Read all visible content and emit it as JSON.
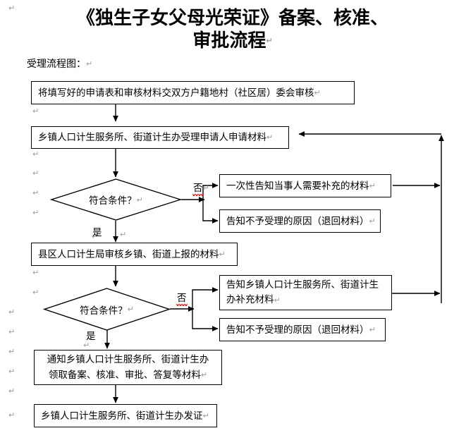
{
  "document": {
    "title_line1": "《独生子女父母光荣证》备案、核准、",
    "title_line2": "审批流程",
    "subtitle": "受理流程图："
  },
  "marks": {
    "pilcrow": "↵"
  },
  "flow": {
    "nodes": [
      {
        "id": "n1",
        "name": "village-review-box",
        "text": "将填写好的申请表和审核材料交双方户籍地村（社区居）委会审核"
      },
      {
        "id": "n2",
        "name": "township-accept-box",
        "text": "乡镇人口计生服务所、街道计生办受理申请人申请材料"
      },
      {
        "id": "d1",
        "name": "condition-decision-1",
        "text": "符合条件？"
      },
      {
        "id": "n3",
        "name": "one-time-notice-box",
        "text": "一次性告知当事人需要补充的材料"
      },
      {
        "id": "n4",
        "name": "reject-reason-box-1",
        "text": "告知不予受理的原因（退回材料）"
      },
      {
        "id": "n5",
        "name": "county-review-box",
        "text": "县区人口计生局审核乡镇、街道上报的材料"
      },
      {
        "id": "d2",
        "name": "condition-decision-2",
        "text": "符合条件？"
      },
      {
        "id": "n6a",
        "name": "notify-township-supplement-box",
        "text_line1": "告知乡镇人口计生服务所、街道计生",
        "text_line2": "办补充材料"
      },
      {
        "id": "n7",
        "name": "reject-reason-box-2",
        "text": "告知不予受理的原因（退回材料）"
      },
      {
        "id": "n8",
        "name": "notify-collect-materials-box",
        "text_line1": "通知乡镇人口计生服务所、街道计生办",
        "text_line2": "领取备案、核准、审批、答复等材料"
      },
      {
        "id": "n9",
        "name": "issue-certificate-box",
        "text": "乡镇人口计生服务所、街道计生办发证"
      }
    ],
    "branch_labels": {
      "no_1": "否",
      "yes_1": "是",
      "no_2": "否",
      "yes_2": "是"
    },
    "colors": {
      "line": "#000000",
      "box_border": "#000000",
      "text": "#000000",
      "pilcrow": "#9a9a9a",
      "spellcheck_underline": "#e02020",
      "background": "#ffffff"
    }
  }
}
